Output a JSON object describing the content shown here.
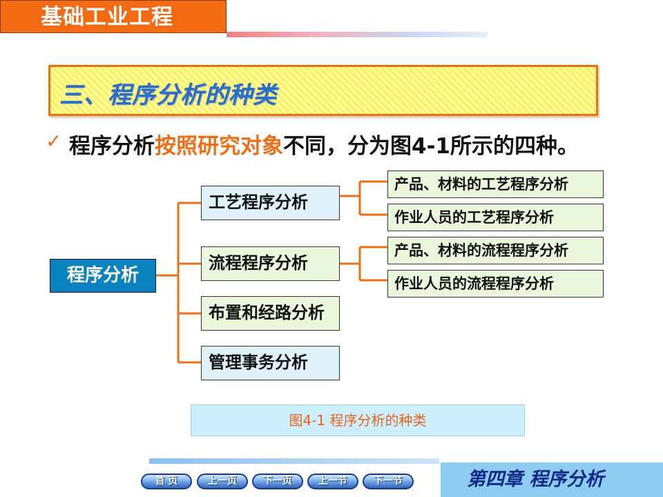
{
  "header": {
    "course_title": "基础工业工程"
  },
  "section": {
    "title": "三、程序分析的种类"
  },
  "bullet": {
    "mark": "✓",
    "part1": "程序分析",
    "highlight": "按照研究对象",
    "part2": "不同，分为图4-1所示的四种。"
  },
  "diagram": {
    "root": "程序分析",
    "branches": [
      {
        "label": "工艺程序分析",
        "children": [
          "产品、材料的工艺程序分析",
          "作业人员的工艺程序分析"
        ]
      },
      {
        "label": "流程程序分析",
        "children": [
          "产品、材料的流程程序分析",
          "作业人员的流程程序分析"
        ]
      },
      {
        "label": "布置和经路分析",
        "children": []
      },
      {
        "label": "管理事务分析",
        "children": []
      }
    ],
    "caption": "图4-1  程序分析的种类"
  },
  "footer": {
    "chapter_title": "第四章 程序分析",
    "nav": [
      "首 页",
      "上一页",
      "下一页",
      "上一节",
      "下一节"
    ]
  },
  "colors": {
    "accent": "#ec6e16",
    "root_fill": "#0a82c0",
    "title_blue": "#2a6ec8"
  }
}
